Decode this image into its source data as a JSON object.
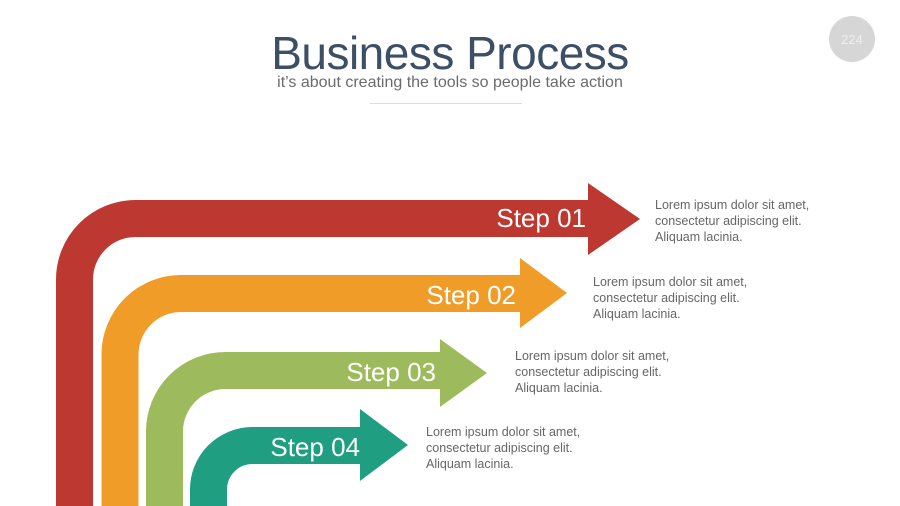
{
  "title": "Business Process",
  "subtitle": "it’s about creating the tools so people take action",
  "page_number": "224",
  "steps": [
    {
      "label": "Step 01",
      "color": "#bc3830",
      "desc": [
        "Lorem ipsum dolor sit amet,",
        "consectetur adipiscing elit.",
        "Aliquam lacinia."
      ]
    },
    {
      "label": "Step 02",
      "color": "#f09c28",
      "desc": [
        "Lorem ipsum dolor sit amet,",
        "consectetur adipiscing elit.",
        "Aliquam lacinia."
      ]
    },
    {
      "label": "Step 03",
      "color": "#9dbb5c",
      "desc": [
        "Lorem ipsum dolor sit amet,",
        "consectetur adipiscing elit.",
        "Aliquam lacinia."
      ]
    },
    {
      "label": "Step 04",
      "color": "#1f9e82",
      "desc": [
        "Lorem ipsum dolor sit amet,",
        "consectetur adipiscing elit.",
        "Aliquam lacinia."
      ]
    }
  ]
}
